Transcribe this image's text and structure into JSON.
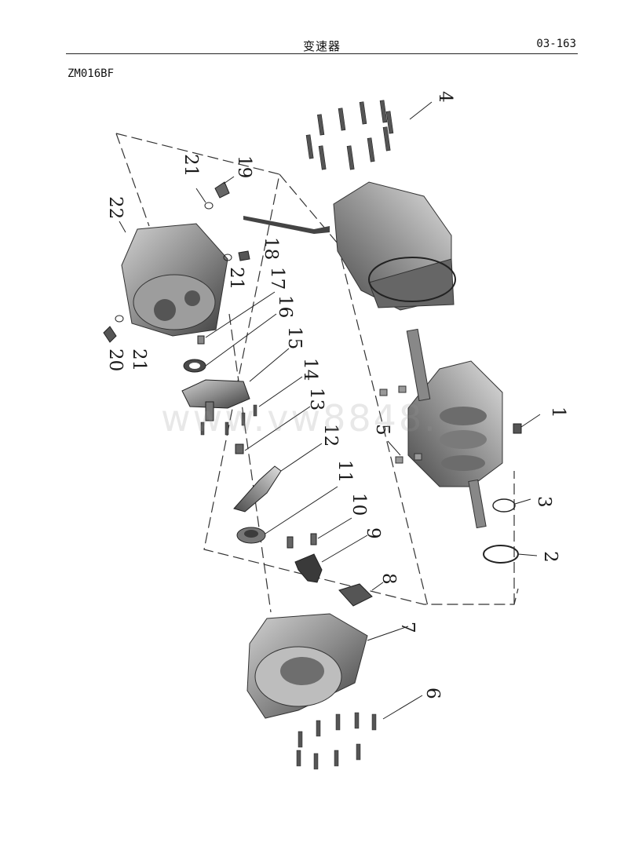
{
  "header": {
    "title": "变速器",
    "page_number": "03-163"
  },
  "model_code": "ZM016BF",
  "watermark": "www.vw8848.",
  "callouts": [
    "1",
    "2",
    "3",
    "4",
    "5",
    "6",
    "7",
    "8",
    "9",
    "10",
    "11",
    "12",
    "13",
    "14",
    "15",
    "16",
    "17",
    "18",
    "19",
    "20",
    "21",
    "22"
  ],
  "callout_21_extra": [
    "21",
    "21"
  ],
  "colors": {
    "part_fill": "#8e8e8e",
    "part_dark": "#4a4a4a",
    "part_light": "#c9c9c9",
    "line": "#222222"
  }
}
